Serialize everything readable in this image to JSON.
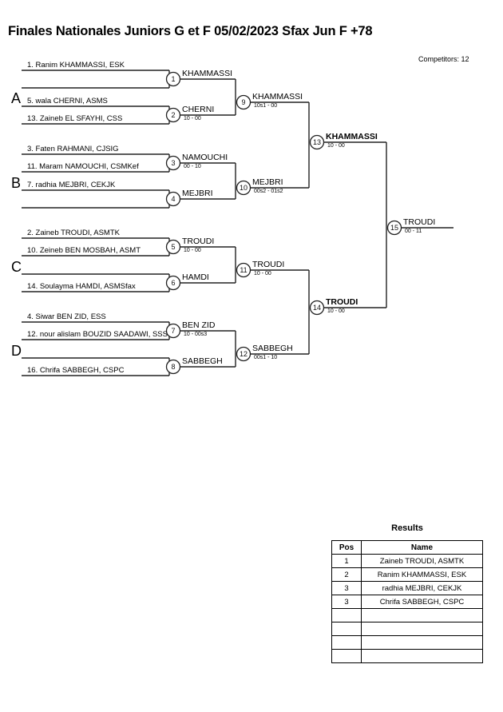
{
  "header": {
    "title": "Finales Nationales Juniors G et F  05/02/2023  Sfax   Jun F +78",
    "competitors_label": "Competitors: 12"
  },
  "groups": [
    {
      "letter": "A"
    },
    {
      "letter": "B"
    },
    {
      "letter": "C"
    },
    {
      "letter": "D"
    }
  ],
  "entrants": [
    {
      "label": "1. Ranim KHAMMASSI, ESK"
    },
    {
      "label": ""
    },
    {
      "label": "5. wala CHERNI, ASMS"
    },
    {
      "label": "13. Zaineb EL SFAYHI, CSS"
    },
    {
      "label": "3. Faten RAHMANI, CJSIG"
    },
    {
      "label": "11. Maram NAMOUCHI, CSMKef"
    },
    {
      "label": "7. radhia MEJBRI, CEKJK"
    },
    {
      "label": ""
    },
    {
      "label": "2. Zaineb TROUDI, ASMTK"
    },
    {
      "label": "10. Zeineb BEN MOSBAH, ASMT"
    },
    {
      "label": ""
    },
    {
      "label": "14. Soulayma HAMDI, ASMSfax"
    },
    {
      "label": "4. Siwar BEN ZID, ESS"
    },
    {
      "label": "12. nour alislam BOUZID SAADAWI, SSS"
    },
    {
      "label": ""
    },
    {
      "label": "16. Chrifa SABBEGH, CSPC"
    }
  ],
  "matches": [
    {
      "num": "1",
      "winner": "KHAMMASSI",
      "score": "",
      "bold": false
    },
    {
      "num": "2",
      "winner": "CHERNI",
      "score": "10 - 00",
      "bold": false
    },
    {
      "num": "3",
      "winner": "NAMOUCHI",
      "score": "00 - 10",
      "bold": false
    },
    {
      "num": "4",
      "winner": "MEJBRI",
      "score": "",
      "bold": false
    },
    {
      "num": "5",
      "winner": "TROUDI",
      "score": "10 - 00",
      "bold": false
    },
    {
      "num": "6",
      "winner": "HAMDI",
      "score": "",
      "bold": false
    },
    {
      "num": "7",
      "winner": "BEN ZID",
      "score": "10 - 00s3",
      "bold": false
    },
    {
      "num": "8",
      "winner": "SABBEGH",
      "score": "",
      "bold": false
    },
    {
      "num": "9",
      "winner": "KHAMMASSI",
      "score": "10s1 - 00",
      "bold": false
    },
    {
      "num": "10",
      "winner": "MEJBRI",
      "score": "00s2 - 01s2",
      "bold": false
    },
    {
      "num": "11",
      "winner": "TROUDI",
      "score": "10 - 00",
      "bold": false
    },
    {
      "num": "12",
      "winner": "SABBEGH",
      "score": "00s1 - 10",
      "bold": false
    },
    {
      "num": "13",
      "winner": "KHAMMASSI",
      "score": "10 - 00",
      "bold": true
    },
    {
      "num": "14",
      "winner": "TROUDI",
      "score": "10 - 00",
      "bold": true
    },
    {
      "num": "15",
      "winner": "TROUDI",
      "score": "00 - 11",
      "bold": false
    }
  ],
  "results": {
    "title": "Results",
    "columns": [
      "Pos",
      "Name"
    ],
    "rows": [
      {
        "pos": "1",
        "name": "Zaineb TROUDI, ASMTK"
      },
      {
        "pos": "2",
        "name": "Ranim KHAMMASSI, ESK"
      },
      {
        "pos": "3",
        "name": "radhia MEJBRI, CEKJK"
      },
      {
        "pos": "3",
        "name": "Chrifa SABBEGH, CSPC"
      },
      {
        "pos": "",
        "name": ""
      },
      {
        "pos": "",
        "name": ""
      },
      {
        "pos": "",
        "name": ""
      },
      {
        "pos": "",
        "name": ""
      }
    ]
  }
}
